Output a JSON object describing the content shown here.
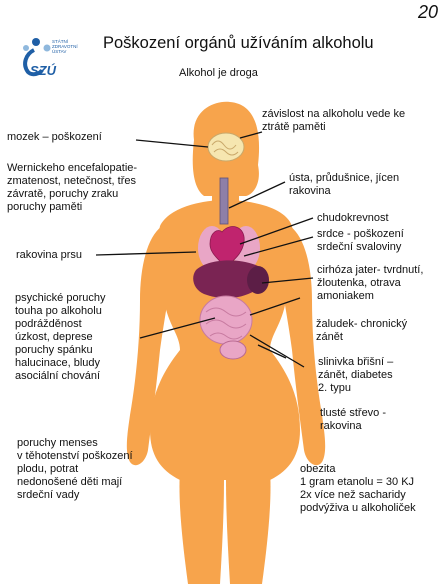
{
  "header": {
    "title": "Poškození orgánů užíváním alkoholu",
    "subtitle": "Alkohol je droga",
    "page_number": "20",
    "logo_lines": "STÁTNÍ\nZDRAVOTNÍ\nÚSTAV",
    "logo_abbrev": "SZÚ"
  },
  "colors": {
    "body": "#f7a44c",
    "brain": "#f6e6b0",
    "heart": "#c0246e",
    "liver": "#7a2453",
    "organs": "#e9a6c6",
    "logo_blue": "#1f5fa6"
  },
  "labels": {
    "zavislost": "závislost na alkoholu vede ke\nztrátě paměti",
    "mozek": "mozek – poškození",
    "wernicke": "Wernickeho encefalopatie-\nzmatenost, netečnost, třes\nzávratě, poruchy zraku\nporuchy paměti",
    "usta": "ústa, průdušnice, jícen\nrakovina",
    "chudokrevnost": "chudokrevnost",
    "srdce": "srdce - poškození\nsrdeční svaloviny",
    "rakovina_prsu": "rakovina prsu",
    "cirhoza": "cirhóza jater- tvrdnutí,\nžloutenka, otrava\namoniakem",
    "psychicke": "psychické poruchy\ntouha po alkoholu\npodrážděnost\núzkost, deprese\nporuchy spánku\nhalucinace, bludy\nasociální chování",
    "zaludek": "žaludek- chronický\nzánět",
    "slinivka": "slinivka břišní –\nzánět, diabetes\n2. typu",
    "tluste": "tlusté střevo -\nrakovina",
    "menses": "poruchy menses\nv těhotenství poškození\nplodu, potrat\nnedonošené děti mají\nsrdeční vady",
    "obezita": "obezita\n1 gram etanolu = 30 KJ\n2x více než sacharidy\npodvýživa u alkoholiček"
  }
}
